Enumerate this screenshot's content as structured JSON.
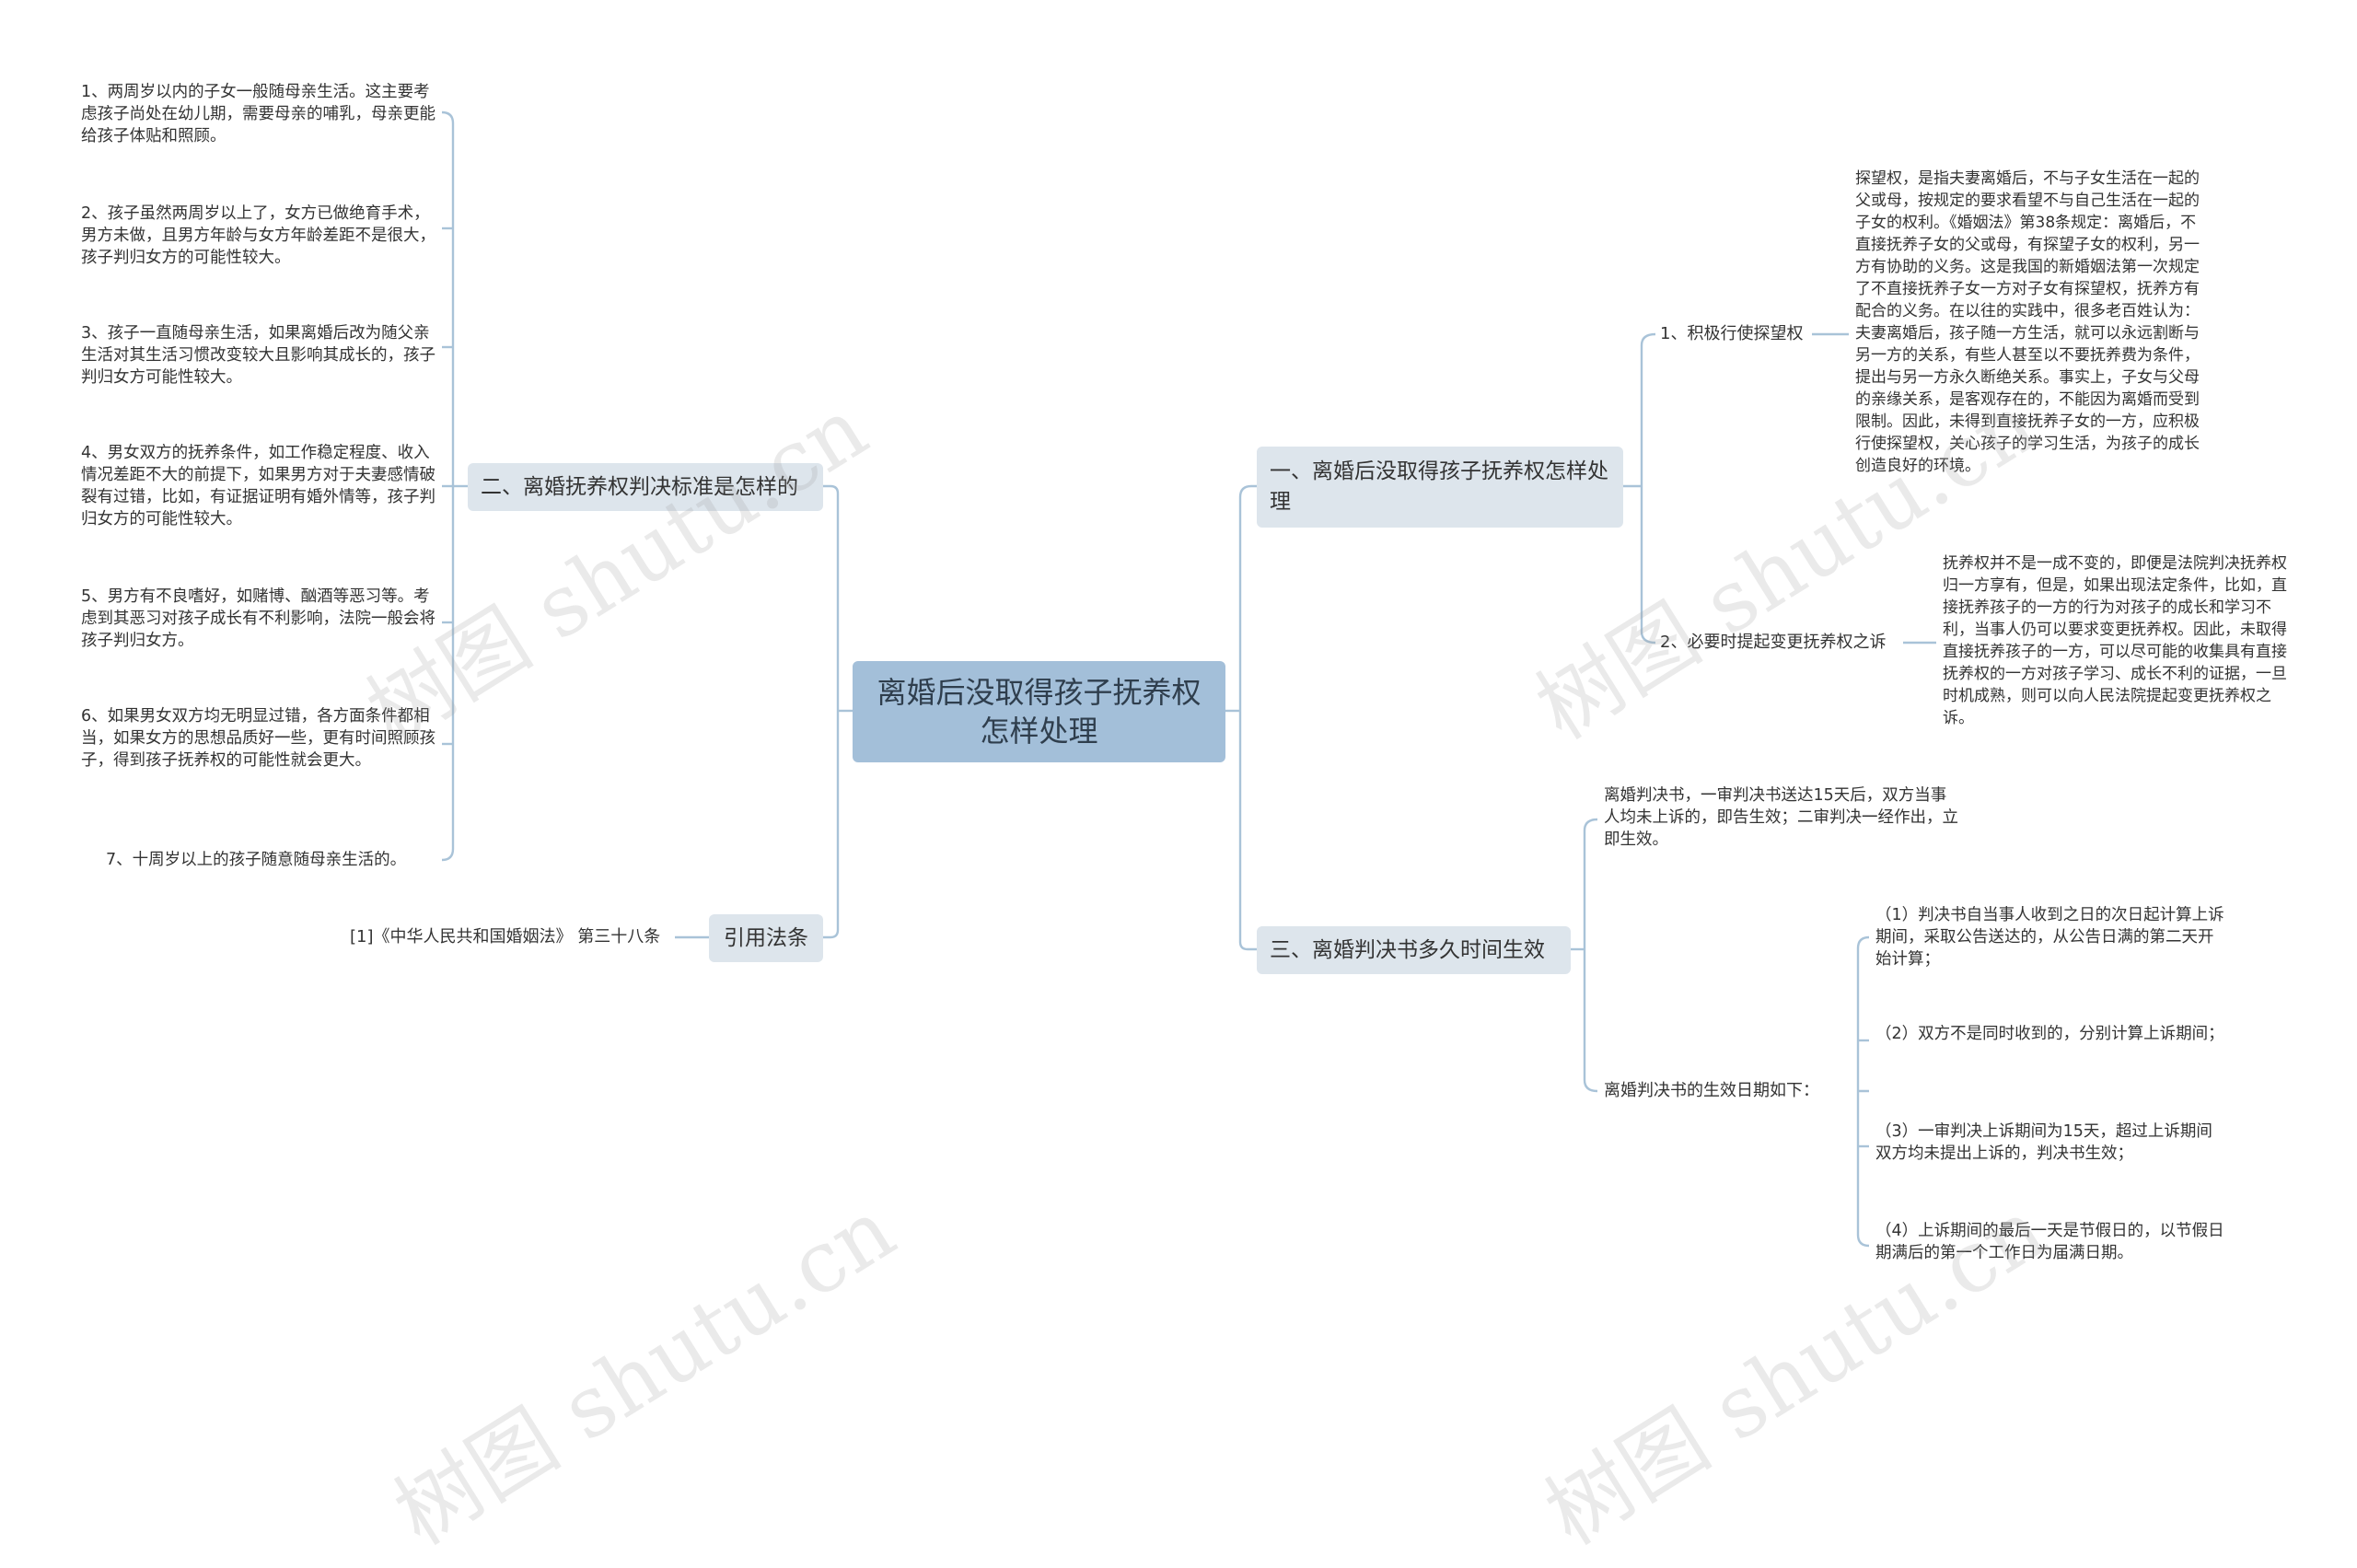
{
  "root": {
    "title": "离婚后没取得孩子抚养权怎样处理"
  },
  "left": {
    "branch1": {
      "title": "二、离婚抚养权判决标准是怎样的",
      "items": [
        "1、两周岁以内的子女一般随母亲生活。这主要考虑孩子尚处在幼儿期，需要母亲的哺乳，母亲更能给孩子体贴和照顾。",
        "2、孩子虽然两周岁以上了，女方已做绝育手术，男方未做，且男方年龄与女方年龄差距不是很大，孩子判归女方的可能性较大。",
        "3、孩子一直随母亲生活，如果离婚后改为随父亲生活对其生活习惯改变较大且影响其成长的，孩子判归女方可能性较大。",
        "4、男女双方的抚养条件，如工作稳定程度、收入情况差距不大的前提下，如果男方对于夫妻感情破裂有过错，比如，有证据证明有婚外情等，孩子判归女方的可能性较大。",
        "5、男方有不良嗜好，如赌博、酗酒等恶习等。考虑到其恶习对孩子成长有不利影响，法院一般会将孩子判归女方。",
        "6、如果男女双方均无明显过错，各方面条件都相当，如果女方的思想品质好一些，更有时间照顾孩子，得到孩子抚养权的可能性就会更大。",
        "7、十周岁以上的孩子随意随母亲生活的。"
      ]
    },
    "branch2": {
      "title": "引用法条",
      "items": [
        "[1]《中华人民共和国婚姻法》 第三十八条"
      ]
    }
  },
  "right": {
    "branch1": {
      "title": "一、离婚后没取得孩子抚养权怎样处理",
      "subs": [
        {
          "label": "1、积极行使探望权",
          "text": "探望权，是指夫妻离婚后，不与子女生活在一起的父或母，按规定的要求看望不与自己生活在一起的子女的权利。《婚姻法》第38条规定：离婚后，不直接抚养子女的父或母，有探望子女的权利，另一方有协助的义务。这是我国的新婚姻法第一次规定了不直接抚养子女一方对子女有探望权，抚养方有配合的义务。在以往的实践中，很多老百姓认为：夫妻离婚后，孩子随一方生活，就可以永远割断与另一方的关系，有些人甚至以不要抚养费为条件，提出与另一方永久断绝关系。事实上，子女与父母的亲缘关系，是客观存在的，不能因为离婚而受到限制。因此，未得到直接抚养子女的一方，应积极行使探望权，关心孩子的学习生活，为孩子的成长创造良好的环境。"
        },
        {
          "label": "2、必要时提起变更抚养权之诉",
          "text": "抚养权并不是一成不变的，即便是法院判决抚养权归一方享有，但是，如果出现法定条件，比如，直接抚养孩子的一方的行为对孩子的成长和学习不利，当事人仍可以要求变更抚养权。因此，未取得直接抚养孩子的一方，可以尽可能的收集具有直接抚养权的一方对孩子学习、成长不利的证据，一旦时机成熟，则可以向人民法院提起变更抚养权之诉。"
        }
      ]
    },
    "branch2": {
      "title": "三、离婚判决书多久时间生效",
      "sub1": "离婚判决书，一审判决书送达15天后，双方当事人均未上诉的，即告生效；二审判决一经作出，立即生效。",
      "sub2": {
        "label": "离婚判决书的生效日期如下：",
        "items": [
          "（1）判决书自当事人收到之日的次日起计算上诉期间，采取公告送达的，从公告日满的第二天开始计算；",
          "（2）双方不是同时收到的，分别计算上诉期间；",
          "（3）一审判决上诉期间为15天，超过上诉期间双方均未提出上诉的，判决书生效；",
          "（4）上诉期间的最后一天是节假日的，以节假日期满后的第一个工作日为届满日期。"
        ]
      }
    }
  },
  "watermark": "树图 shutu.cn",
  "colors": {
    "line": "#a9c3d8",
    "root_bg": "#a3bfd9",
    "branch_bg": "#dde5ec"
  }
}
